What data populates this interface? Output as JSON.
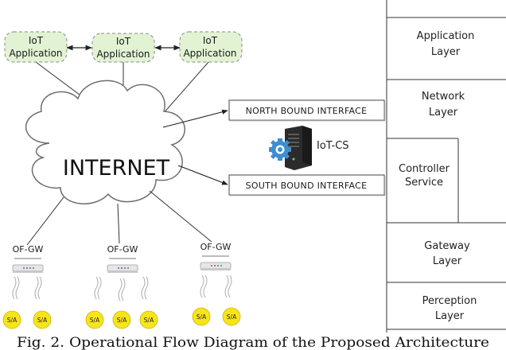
{
  "iot_applications": [
    {
      "line1": "IoT",
      "line2": "Application"
    },
    {
      "line1": "IoT",
      "line2": "Application"
    },
    {
      "line1": "IoT",
      "line2": "Application"
    }
  ],
  "internet_label": "INTERNET",
  "north_bound_label": "NORTH BOUND INTERFACE",
  "south_bound_label": "SOUTH BOUND INTERFACE",
  "controller_label": "IoT-CS",
  "gateway_label": "OF-GW",
  "sensor_label": "S/A",
  "layers": {
    "application": {
      "line1": "Application",
      "line2": "Layer"
    },
    "network": {
      "line1": "Network",
      "line2": "Layer"
    },
    "controller": {
      "line1": "Controller",
      "line2": "Service"
    },
    "gateway": {
      "line1": "Gateway",
      "line2": "Layer"
    },
    "perception": {
      "line1": "Perception",
      "line2": "Layer"
    }
  },
  "caption": "Fig. 2. Operational Flow Diagram of the Proposed Architecture",
  "colors": {
    "app_fill": "#e2f3d4",
    "app_stroke": "#8a8a8a",
    "sensor_fill": "#f7e41a",
    "gear": "#3d8fd1",
    "server": "#2b2b2b"
  }
}
